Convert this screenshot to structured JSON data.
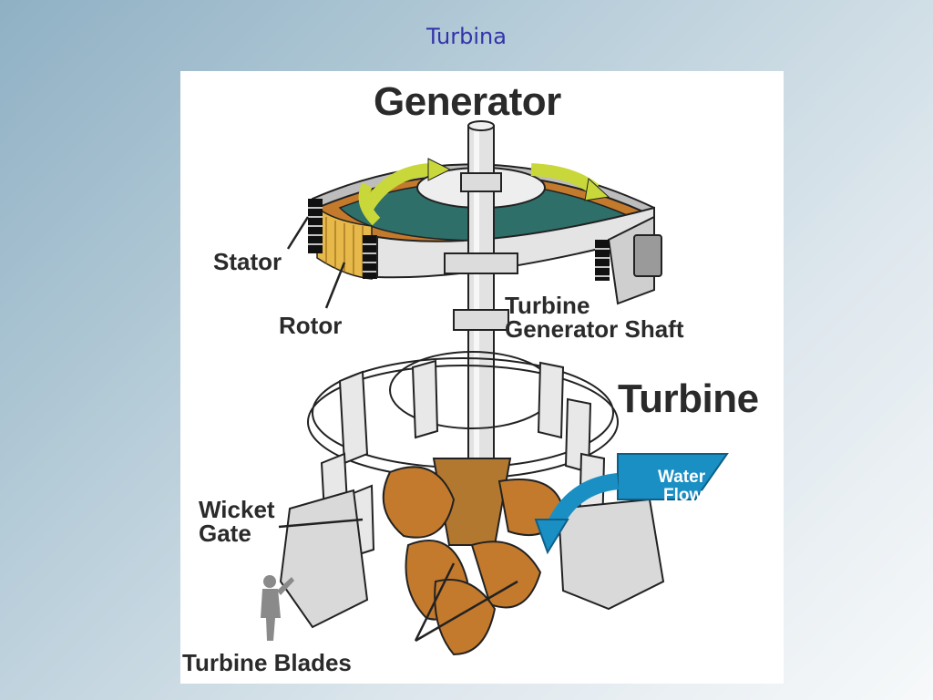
{
  "slide": {
    "title": "Turbina"
  },
  "diagram": {
    "labels": {
      "generator": "Generator",
      "stator": "Stator",
      "rotor": "Rotor",
      "shaft_line1": "Turbine",
      "shaft_line2": "Generator Shaft",
      "turbine": "Turbine",
      "wicket_line1": "Wicket",
      "wicket_line2": "Gate",
      "blades": "Turbine Blades",
      "water_line1": "Water",
      "water_line2": "Flow"
    },
    "colors": {
      "bronze": "#c47a2c",
      "water_blue": "#1a8fc4",
      "rotor_green": "#2f6f6a",
      "arrow_yellow": "#c8d83a",
      "metal_grey": "#d8d8d8"
    }
  }
}
